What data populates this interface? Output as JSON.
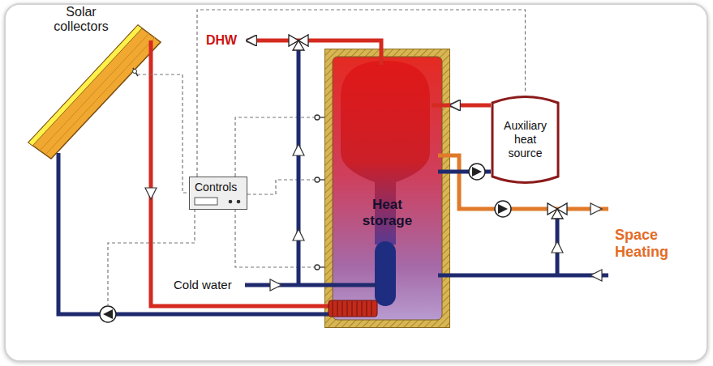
{
  "diagram": {
    "nodes": [
      {
        "text": [
          "Controls"
        ]
      },
      {
        "text": [
          "Heat storage"
        ]
      },
      {
        "text": [
          "Auxiliary heat source"
        ]
      }
    ],
    "edges": [
      {
        "from": 0,
        "to": 2,
        "arrow": "none"
      },
      {
        "from": 2,
        "to": 1,
        "arrow": "to"
      },
      {
        "from": 1,
        "to": 2,
        "arrow": "none"
      }
    ],
    "labels": [
      "Solar collectors",
      "DHW",
      "Cold water",
      "Space Heating"
    ]
  }
}
